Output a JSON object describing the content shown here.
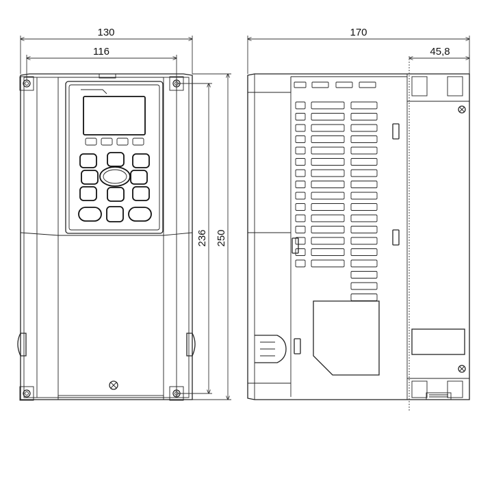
{
  "dimensions": {
    "overall_width": "130",
    "mounting_width": "116",
    "mounting_height": "236",
    "overall_height": "250",
    "depth": "170",
    "side_offset": "45,8"
  },
  "views": [
    "front-view",
    "side-view"
  ],
  "colors": {
    "line": "#222222",
    "background": "#ffffff"
  }
}
